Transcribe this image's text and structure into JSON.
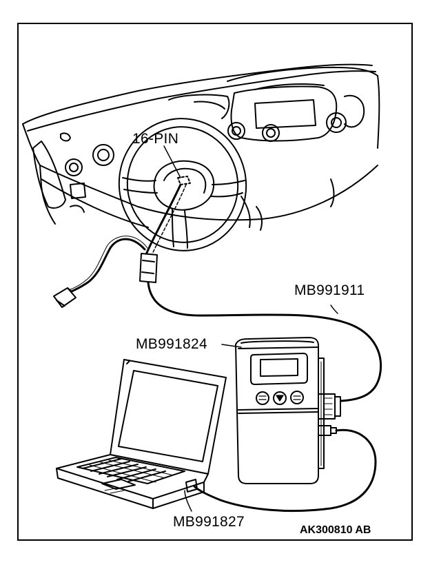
{
  "labels": {
    "connector": "16-PIN",
    "cable_main": "MB991911",
    "interface_unit": "MB991824",
    "usb_cable": "MB991827",
    "figure_code": "AK300810 AB"
  },
  "colors": {
    "line": "#000000",
    "background": "#ffffff"
  }
}
